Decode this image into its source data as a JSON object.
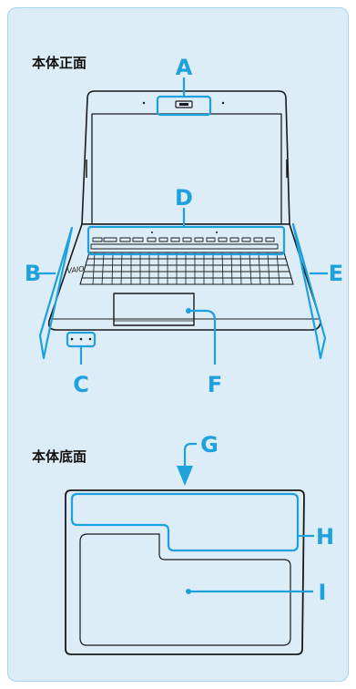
{
  "sections": {
    "front_label": "本体正面",
    "bottom_label": "本体底面"
  },
  "brand": "VAIO",
  "callouts": {
    "A": "A",
    "B": "B",
    "C": "C",
    "D": "D",
    "E": "E",
    "F": "F",
    "G": "G",
    "H": "H",
    "I": "I"
  },
  "colors": {
    "panel_bg": "#dcedf8",
    "panel_border": "#a9d3ef",
    "accent": "#1ea1dc",
    "outline": "#1a1a1a"
  }
}
